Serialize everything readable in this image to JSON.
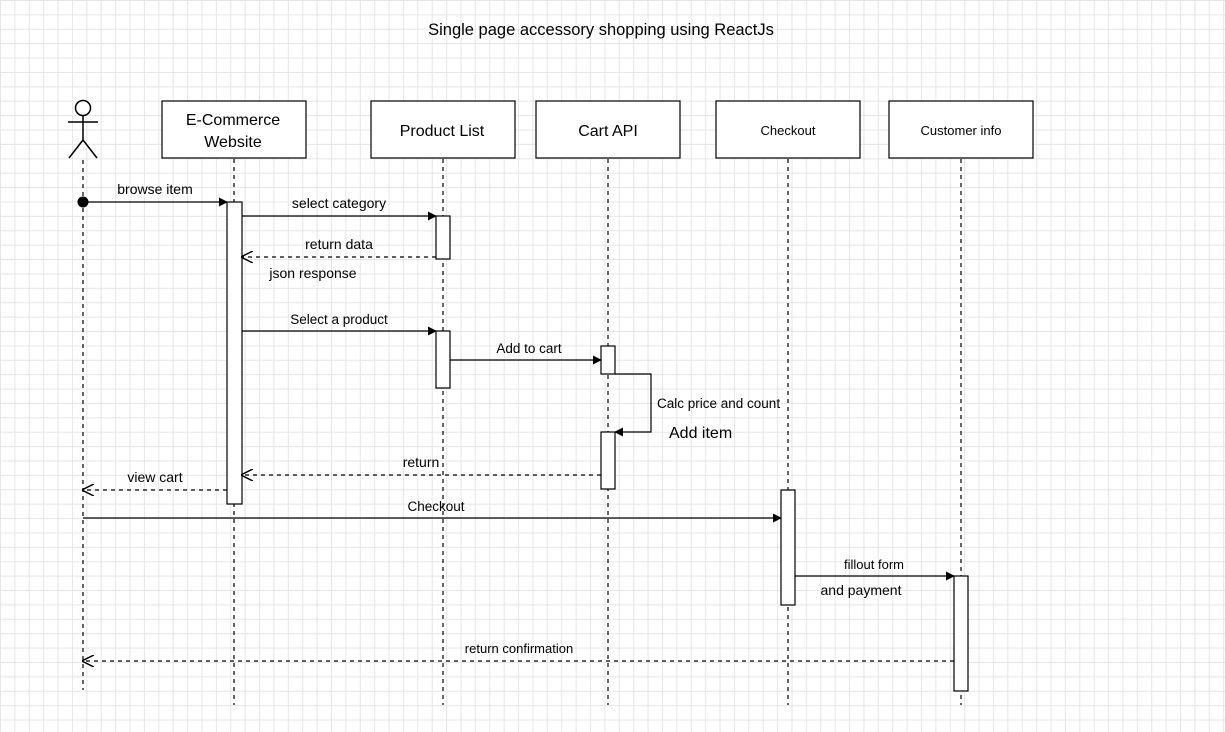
{
  "title": "Single page accessory shopping using ReactJs",
  "participants": {
    "actor": {
      "icon": "stick-figure-icon"
    },
    "ecommerce": {
      "line1": "E-Commerce",
      "line2": "Website"
    },
    "product_list": {
      "label": "Product List"
    },
    "cart_api": {
      "label": "Cart API"
    },
    "checkout": {
      "label": "Checkout"
    },
    "customer_info": {
      "label": "Customer info"
    }
  },
  "messages": {
    "browse_item": "browse item",
    "select_category": "select category",
    "return_data": "return data",
    "json_response": "json response",
    "select_product": "Select a product",
    "add_to_cart": "Add to cart",
    "calc_price": "Calc price and count",
    "add_item": "Add item",
    "return": "return",
    "view_cart": "view cart",
    "checkout": "Checkout",
    "fillout_form": "fillout form",
    "and_payment": "and payment",
    "return_confirmation": "return confirmation"
  },
  "colors": {
    "line": "#000000",
    "grid": "#e6e6e6",
    "background": "#ffffff"
  }
}
